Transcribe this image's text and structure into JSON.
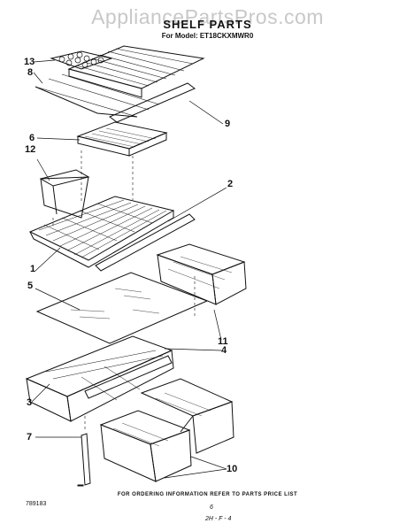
{
  "watermark": "AppliancePartsPros.com",
  "title": "SHELF PARTS",
  "subtitle": "For Model: ET18CKXMWR0",
  "callouts": [
    "13",
    "8",
    "9",
    "6",
    "12",
    "2",
    "1",
    "5",
    "11",
    "4",
    "3",
    "7",
    "10"
  ],
  "footer": "FOR ORDERING INFORMATION REFER TO PARTS PRICE LIST",
  "diagram_code": "789183",
  "signature": "6",
  "signature_date": "2H - F - 4"
}
